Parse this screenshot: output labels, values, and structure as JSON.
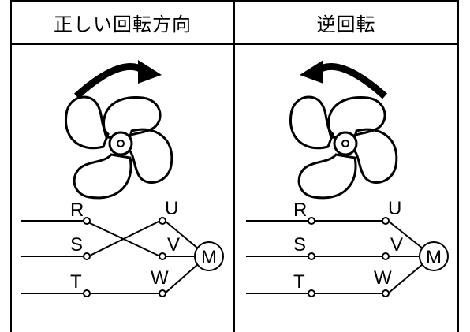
{
  "panels": [
    {
      "title": "正しい回転方向",
      "rotation": "clockwise",
      "wiring": "swapped",
      "labels": {
        "R": "R",
        "S": "S",
        "T": "T",
        "U": "U",
        "V": "V",
        "W": "W",
        "M": "M"
      }
    },
    {
      "title": "逆回転",
      "rotation": "counter-clockwise",
      "wiring": "straight",
      "labels": {
        "R": "R",
        "S": "S",
        "T": "T",
        "U": "U",
        "V": "V",
        "W": "W",
        "M": "M"
      }
    }
  ],
  "colors": {
    "line": "#000000",
    "background": "#ffffff"
  }
}
